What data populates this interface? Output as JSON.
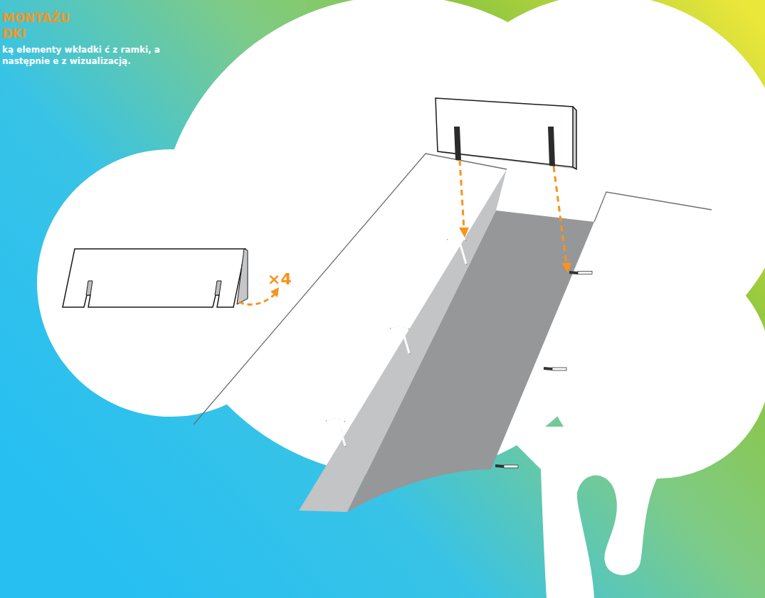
{
  "diagram": {
    "title": "MONTAŻU DKI",
    "labels": [
      "ką elementy wkładki ć z ramki, a następnie e z wizualizacją.",
      "×4"
    ]
  }
}
